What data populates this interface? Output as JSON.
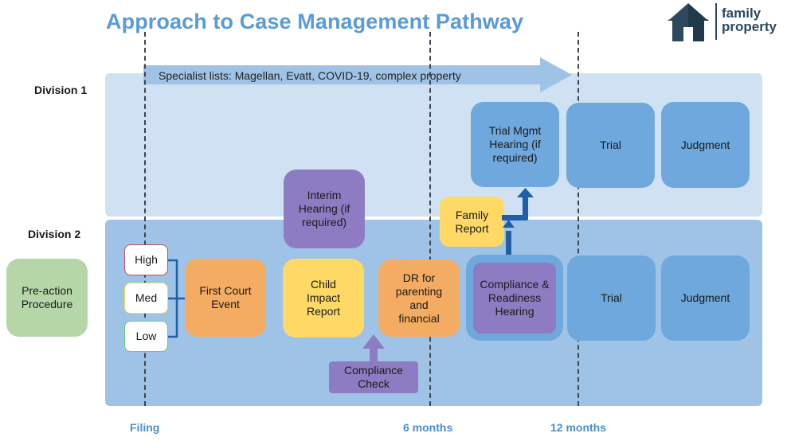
{
  "title": "Approach to Case Management Pathway",
  "logo": {
    "icon": "house-icon",
    "line1": "family",
    "line2": "property",
    "color": "#2b4a5e"
  },
  "divisions": {
    "d1": "Division 1",
    "d2": "Division 2"
  },
  "specialist_banner": "Specialist lists: Magellan, Evatt, COVID-19, complex property",
  "timeline": {
    "filing": "Filing",
    "six": "6 months",
    "twelve": "12 months"
  },
  "pre_action": "Pre-action Procedure",
  "priority": {
    "high": "High",
    "med": "Med",
    "low": "Low"
  },
  "boxes": {
    "first_court": "First Court Event",
    "interim": "Interim Hearing (if required)",
    "child_impact": "Child Impact Report",
    "dr": "DR for parenting and financial",
    "compliance_check": "Compliance Check",
    "family_report": "Family Report",
    "trial_mgmt": "Trial Mgmt Hearing (if required)",
    "compliance_readiness": "Compliance & Readiness Hearing",
    "trial_d1": "Trial",
    "judgment_d1": "Judgment",
    "trial_d2": "Trial",
    "judgment_d2": "Judgment"
  },
  "colors": {
    "title": "#5a9bd8",
    "blue": "#6ea8dc",
    "purple": "#8e7cc3",
    "yellow": "#ffd966",
    "orange": "#f4ac62",
    "green": "#b5d7a8",
    "connector": "#1f5fa6"
  }
}
